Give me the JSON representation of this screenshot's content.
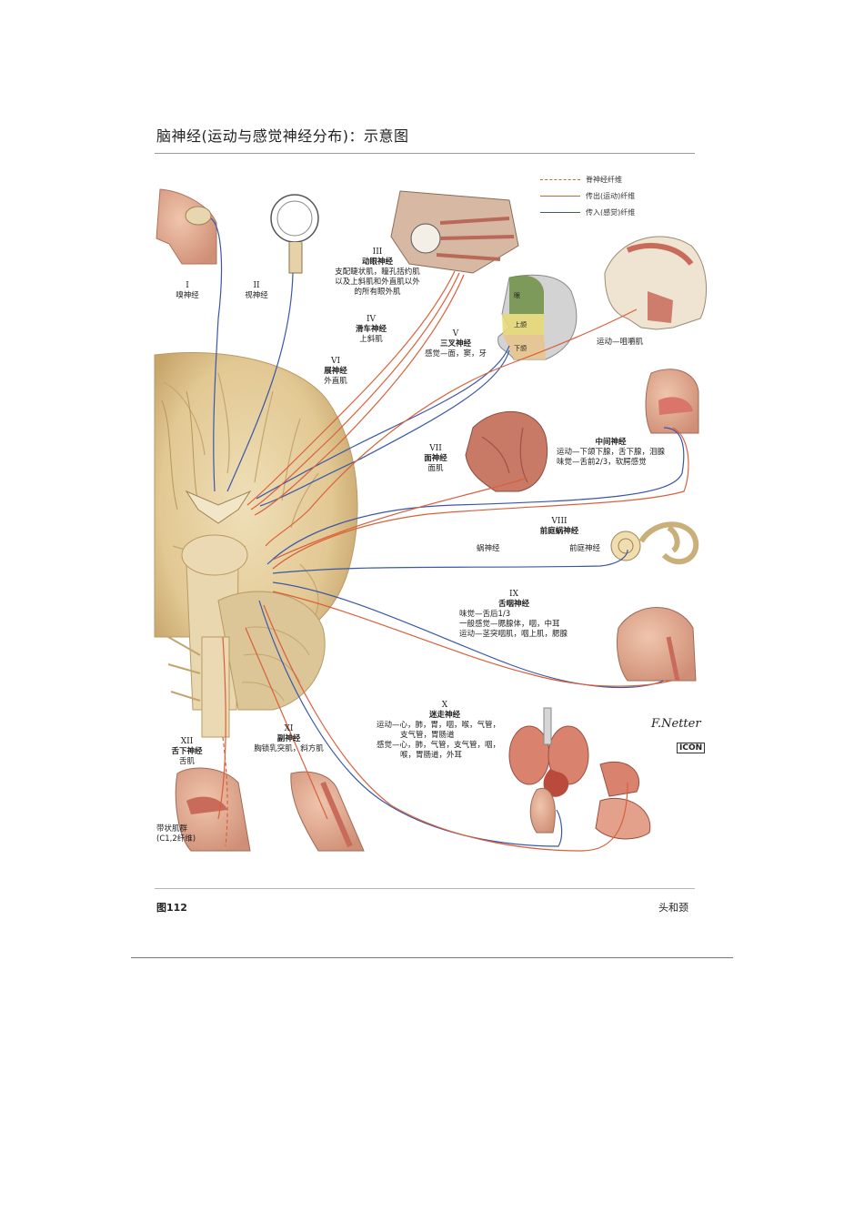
{
  "title": "脑神经(运动与感觉神经分布)：示意图",
  "legend": {
    "items": [
      {
        "label": "脊神经纤维",
        "color": "#d9603a",
        "style": "dashed"
      },
      {
        "label": "传出(运动)纤维",
        "color": "#d9603a",
        "style": "solid"
      },
      {
        "label": "传入(感觉)纤维",
        "color": "#3a57a8",
        "style": "solid"
      }
    ]
  },
  "nerves": {
    "n1": {
      "numeral": "I",
      "name": "嗅神经"
    },
    "n2": {
      "numeral": "II",
      "name": "视神经"
    },
    "n3": {
      "numeral": "III",
      "name": "动眼神经",
      "desc": [
        "支配睫状肌，瞳孔括约肌",
        "以及上斜肌和外直肌以外",
        "的所有眼外肌"
      ]
    },
    "n4": {
      "numeral": "IV",
      "name": "滑车神经",
      "desc": [
        "上斜肌"
      ]
    },
    "n5": {
      "numeral": "V",
      "name": "三叉神经",
      "desc": [
        "感觉—面，窦，牙"
      ],
      "side": [
        "运动—咀嚼肌"
      ],
      "face_labels": [
        "眼",
        "上颌",
        "下颌"
      ]
    },
    "n6": {
      "numeral": "VI",
      "name": "展神经",
      "desc": [
        "外直肌"
      ]
    },
    "n7": {
      "numeral": "VII",
      "name": "面神经",
      "desc": [
        "面肌"
      ]
    },
    "intermediate": {
      "name": "中间神经",
      "desc": [
        "运动—下颌下腺，舌下腺，泪腺",
        "味觉—舌前2/3，软腭感觉"
      ]
    },
    "n8": {
      "numeral": "VIII",
      "name": "前庭蜗神经",
      "left": "蜗神经",
      "right": "前庭神经"
    },
    "n9": {
      "numeral": "IX",
      "name": "舌咽神经",
      "desc": [
        "味觉—舌后1/3",
        "一般感觉—腮腺体，咽，中耳",
        "运动—茎突咽肌，咽上肌，腮腺"
      ]
    },
    "n10": {
      "numeral": "X",
      "name": "迷走神经",
      "desc": [
        "运动—心，肺，胃，咽，喉，气管，",
        "支气管，胃肠道",
        "感觉—心，肺，气管，支气管，咽，",
        "喉，胃肠道，外耳"
      ]
    },
    "n11": {
      "numeral": "XI",
      "name": "副神经",
      "desc": [
        "胸锁乳突肌，斜方肌"
      ]
    },
    "n12": {
      "numeral": "XII",
      "name": "舌下神经",
      "desc": [
        "舌肌"
      ]
    }
  },
  "ansa": [
    "带状肌群",
    "(C1,2纤维)"
  ],
  "signature": "F.Netter",
  "logo": "ICON",
  "footer": {
    "figure": "图112",
    "section": "头和颈"
  },
  "colors": {
    "motor": "#d9603a",
    "sensory": "#3a57a8",
    "brain": "#e4cfa2",
    "brain_dark": "#b99a63",
    "flesh": "#d9a08a",
    "muscle": "#c86b5a"
  }
}
